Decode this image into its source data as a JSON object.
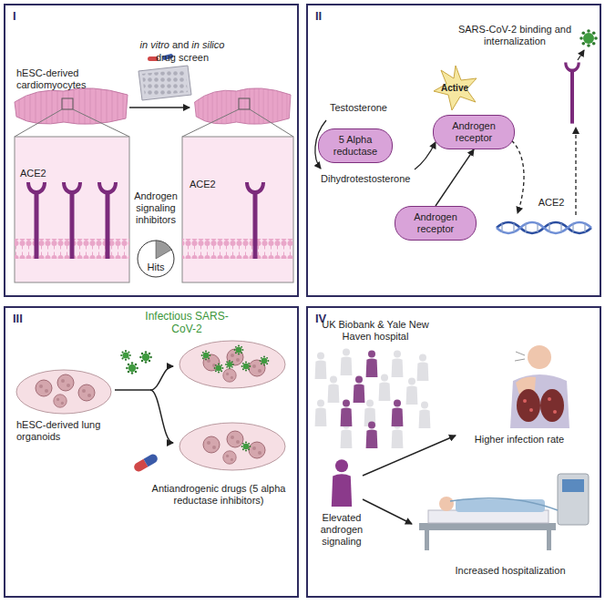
{
  "diagram": {
    "nodes": [
      {
        "text": [
          "I"
        ]
      },
      {
        "text": [
          "II"
        ]
      },
      {
        "text": [
          "III"
        ]
      },
      {
        "text": [
          "IV"
        ]
      },
      {
        "text": [
          "5 Alpha reductase"
        ],
        "in": 1
      },
      {
        "text": [
          "Androgen receptor"
        ],
        "in": 1
      },
      {
        "text": [
          "Androgen receptor"
        ],
        "in": 1
      }
    ],
    "edges": [
      {
        "from": 6,
        "to": 5,
        "arrow": "to"
      }
    ],
    "labels": [
      "in vitro",
      "and",
      "in silico",
      "drug screen",
      "hESC-derived cardiomyocytes",
      "ACE2",
      "ACE2",
      "Androgen signaling inhibitors",
      "Hits",
      "Testosterone",
      "Dihydrotestosterone",
      "Active",
      "SARS-CoV-2 binding and internalization",
      "ACE2",
      "Infectious SARS-CoV-2",
      "hESC-derived lung organoids",
      "Antiandrogenic drugs (5 alpha reductase inhibitors)",
      "UK Biobank & Yale New Haven hospital",
      "Higher infection rate",
      "Elevated androgen signaling",
      "Increased hospitalization"
    ]
  }
}
